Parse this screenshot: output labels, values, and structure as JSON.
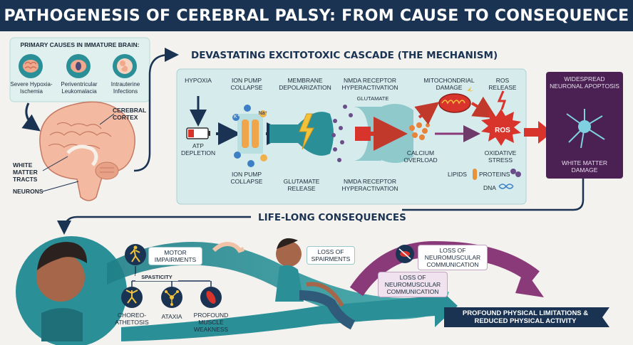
{
  "title": "PATHOGENESIS OF CEREBRAL PALSY: FROM CAUSE TO CONSEQUENCE",
  "causes": {
    "heading": "PRIMARY CAUSES IN IMMATURE BRAIN:",
    "items": [
      {
        "label": "Severe Hypoxia-Ischemia",
        "icon": "brain-icon"
      },
      {
        "label": "Periventricular Leukomalacia",
        "icon": "brain-lesion-icon"
      },
      {
        "label": "Intrauterine Infections",
        "icon": "fetus-icon"
      }
    ]
  },
  "brain_labels": {
    "cortex": "CEREBRAL CORTEX",
    "white_matter": "WHITE MATTER TRACTS",
    "neurons": "NEURONS"
  },
  "mechanism": {
    "title": "DEVASTATING EXCITOTOXIC CASCADE (THE MECHANISM)",
    "hypoxia": "HYPOXIA",
    "atp": "ATP DEPLETION",
    "ion_pump_top": "ION PUMP COLLAPSE",
    "ion_pump_bottom": "ION PUMP COLLAPSE",
    "membrane": "MEMBRANE DEPOLARIZATION",
    "glutamate_release": "GLUTAMATE RELEASE",
    "nmda_top": "NMDA RECEPTOR HYPERACTIVATION",
    "nmda_bottom": "NMDA RECEPTOR HYPERACTIVATION",
    "glutamate": "GLUTAMATE",
    "mito": "MITOCHONDRIAL DAMAGE",
    "ros_release": "ROS RELEASE",
    "ros": "ROS",
    "calcium": "CALCIUM OVERLOAD",
    "oxidative": "OXIDATIVE STRESS",
    "lipids": "LIPIDS",
    "proteins": "PROTEINS",
    "dna": "DNA",
    "ions": {
      "k": "K⁺",
      "na": "Na⁺"
    }
  },
  "apoptosis": {
    "top": "WIDESPREAD NEURONAL APOPTOSIS",
    "bottom": "WHITE MATTER DAMAGE"
  },
  "consequences": {
    "title": "LIFE-LONG CONSEQUENCES",
    "motor": "MOTOR IMPAIRMENTS",
    "spasticity": "SPASTICITY",
    "choreo": "CHOREO-ATHETOSIS",
    "ataxia": "ATAXIA",
    "weakness": "PROFOUND MUSCLE WEAKNESS",
    "spairments": "LOSS OF SPAIRMENTS",
    "neuro_top": "LOSS OF NEUROMUSCULAR COMMUNICATION",
    "neuro_bottom": "LOSS OF NEUROMUSCULAR COMMUNICATION",
    "final": "PROFOUND PHYSICAL LIMITATIONS & REDUCED PHYSICAL ACTIVITY"
  },
  "colors": {
    "navy": "#1a3352",
    "teal": "#2b8f98",
    "teal_light": "#d9eeee",
    "purple": "#5b2a5e",
    "purple_band": "#8a3a78",
    "red": "#d8342b",
    "skin": "#f0c3a8"
  }
}
